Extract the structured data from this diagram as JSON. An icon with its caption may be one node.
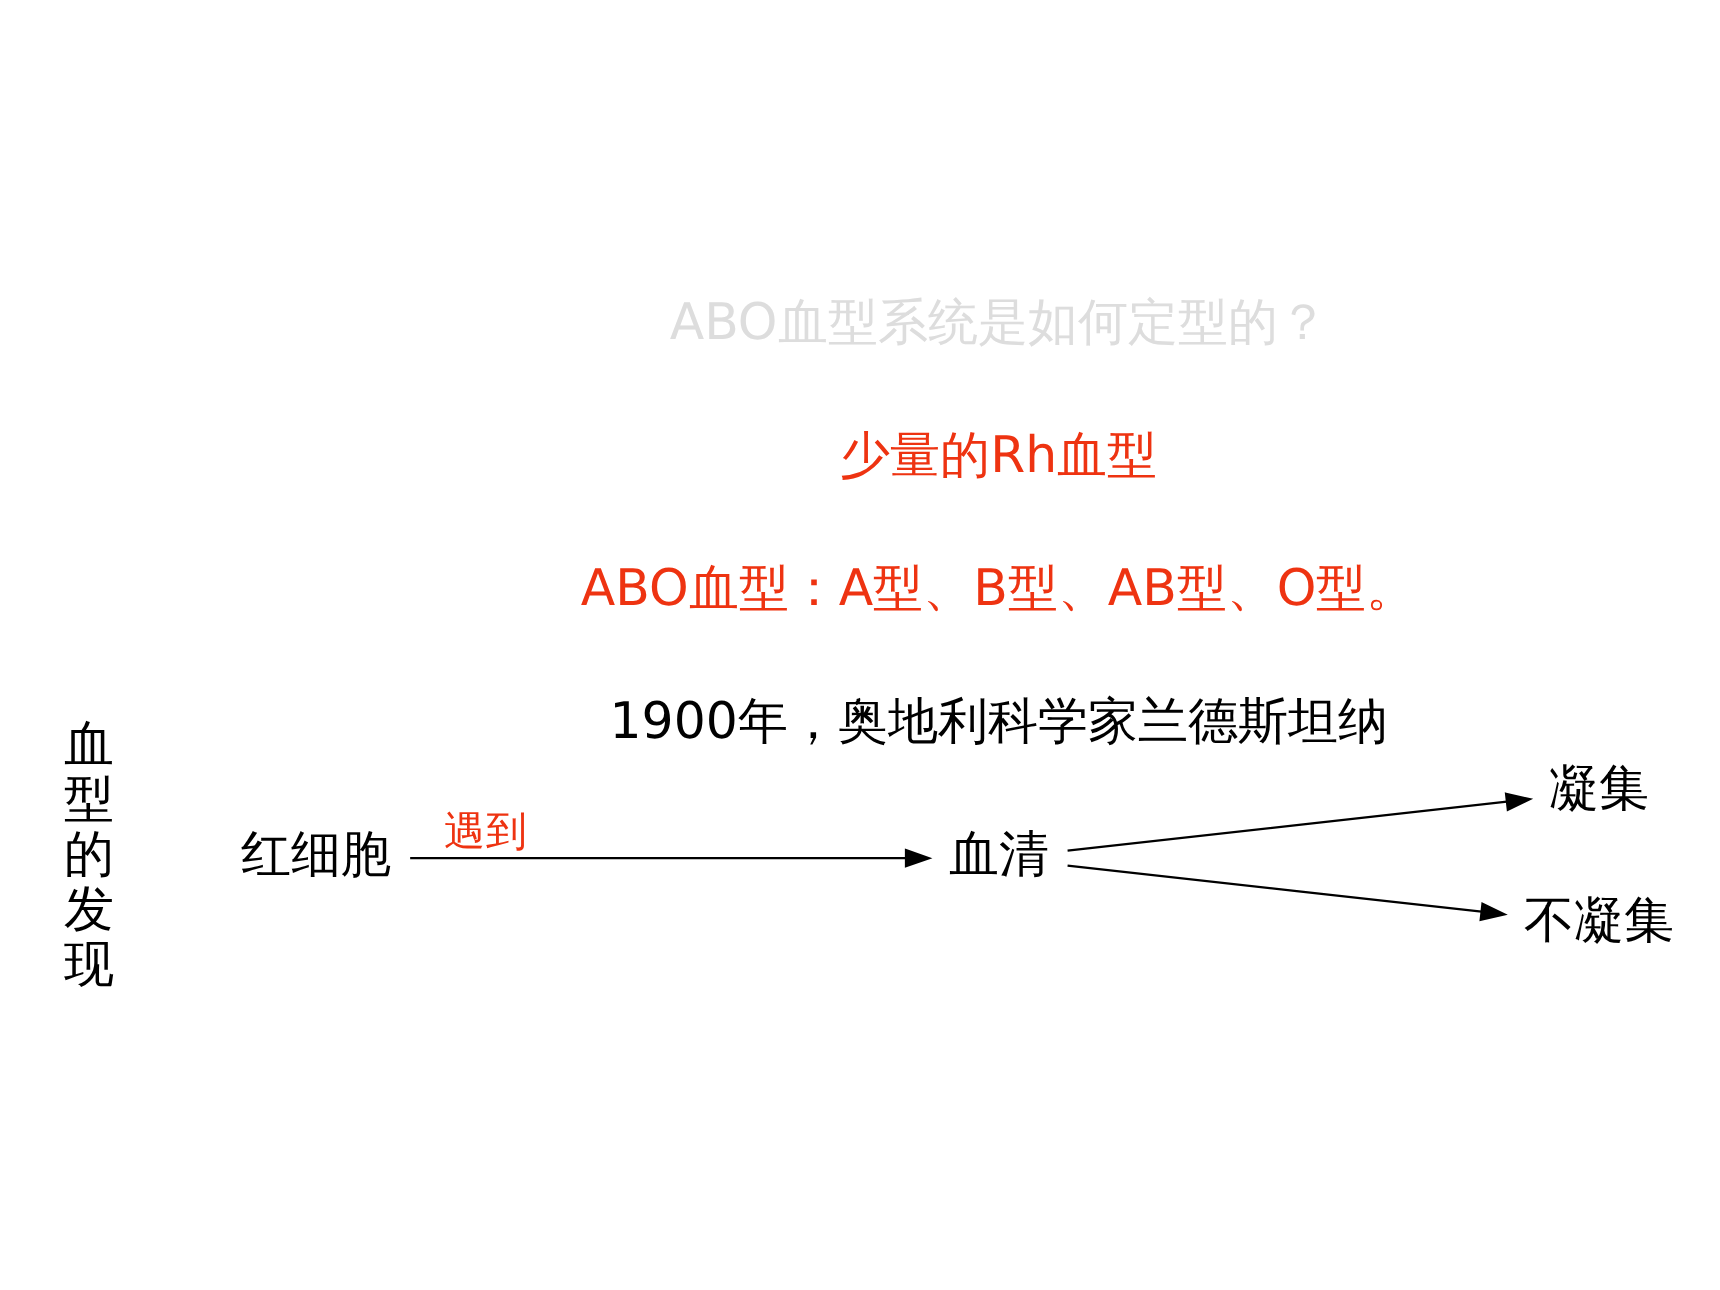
{
  "diagram": {
    "nodes": [
      {
        "text": [
          "红细胞"
        ]
      },
      {
        "text": [
          "血清"
        ]
      },
      {
        "text": [
          "凝集"
        ]
      },
      {
        "text": [
          "不凝集"
        ]
      }
    ],
    "edges": [
      {
        "from": 0,
        "to": 1,
        "arrow": "to",
        "label": "遇到"
      },
      {
        "from": 1,
        "to": 2,
        "arrow": "to"
      },
      {
        "from": 1,
        "to": 3,
        "arrow": "to"
      }
    ],
    "labels": [
      "血型的发现",
      "1900年，奥地利科学家兰德斯坦纳",
      "ABO血型：A型、B型、AB型、O型。",
      "少量的Rh血型",
      "ABO血型系统是如何定型的？"
    ]
  }
}
